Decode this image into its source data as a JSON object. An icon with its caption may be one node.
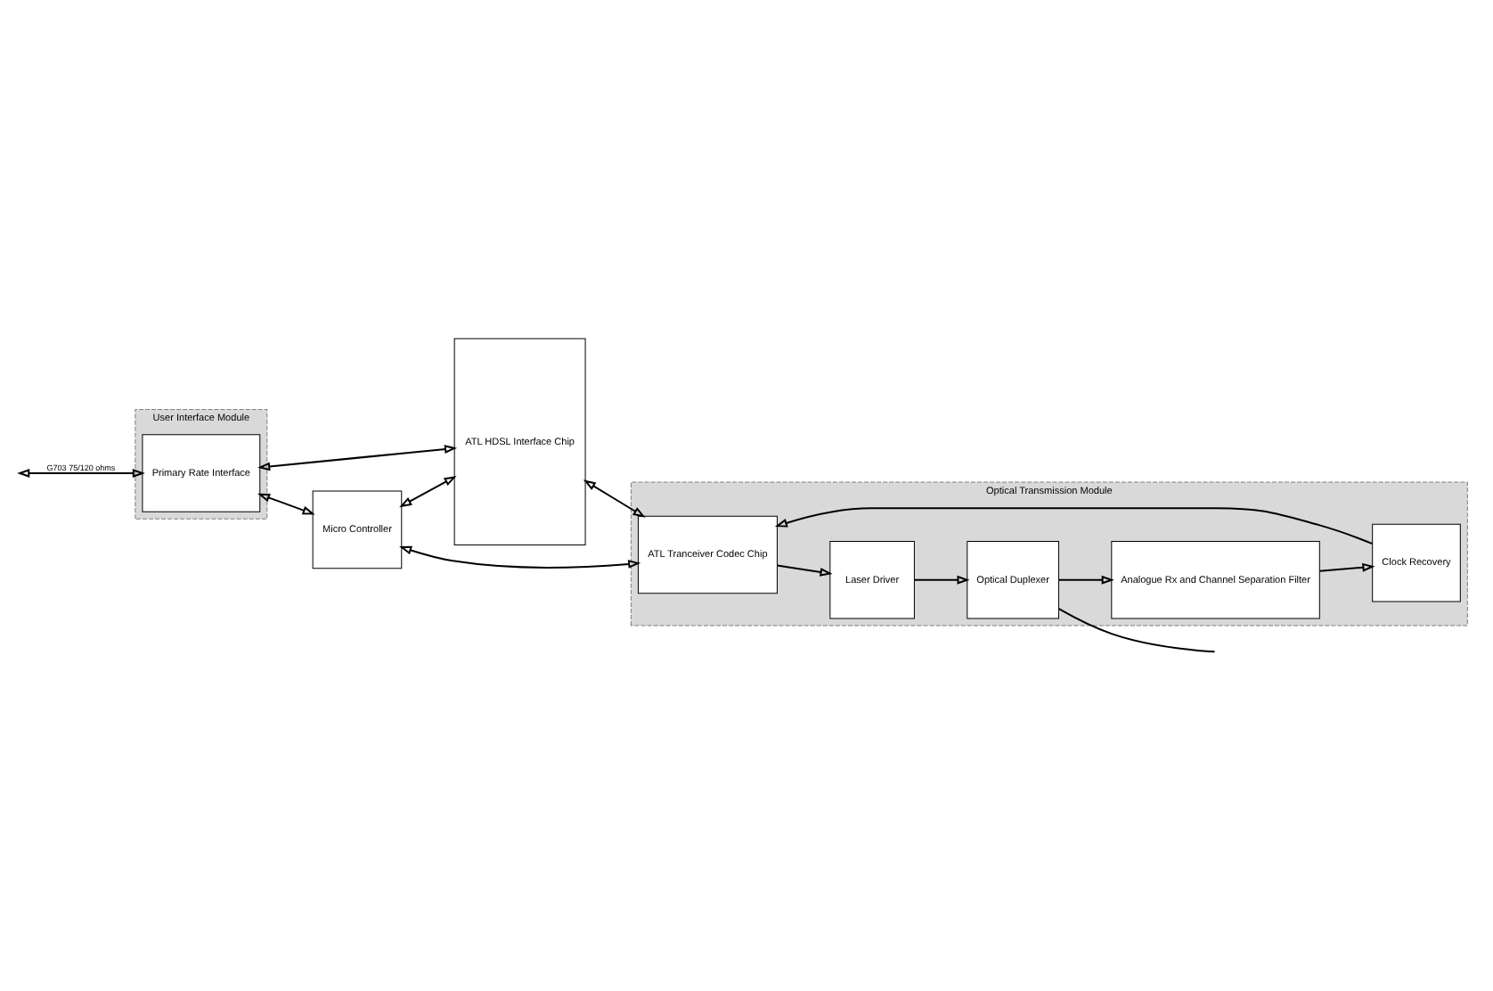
{
  "diagram": {
    "nodes": [
      {
        "text": [
          "User Interface Module"
        ]
      },
      {
        "text": [
          "Primary Rate Interface"
        ],
        "in": 0
      },
      {
        "text": [
          "ATL HDSL Interface Chip"
        ]
      },
      {
        "text": [
          "Optical Transmission Module"
        ]
      },
      {
        "text": [
          "ATL Tranceiver Codec Chip"
        ],
        "in": 3
      },
      {
        "text": [
          "Laser Driver"
        ],
        "in": 3
      },
      {
        "text": [
          "Optical Duplexer"
        ],
        "in": 3
      },
      {
        "text": [
          "Analogue Rx and Channel Separation Filter"
        ],
        "in": 3
      },
      {
        "text": [
          "Clock Recovery"
        ],
        "in": 3
      },
      {
        "text": [
          "Micro Controller"
        ]
      }
    ],
    "edges": [
      {
        "from": null,
        "to": 1,
        "arrow": "both",
        "label": "G703 75/120 ohms"
      },
      {
        "from": 1,
        "to": 2,
        "arrow": "both"
      },
      {
        "from": 1,
        "to": 9,
        "arrow": "both"
      },
      {
        "from": 2,
        "to": 4,
        "arrow": "both"
      },
      {
        "from": 4,
        "to": 5,
        "arrow": "to"
      },
      {
        "from": 5,
        "to": 6,
        "arrow": "to"
      },
      {
        "from": 6,
        "to": 7,
        "arrow": "to"
      },
      {
        "from": 7,
        "to": 8,
        "arrow": "to"
      },
      {
        "from": 8,
        "to": 4,
        "arrow": "to"
      },
      {
        "from": 9,
        "to": 2,
        "arrow": "both"
      },
      {
        "from": 9,
        "to": 4,
        "arrow": "both"
      },
      {
        "from": 6,
        "to": null,
        "arrow": "none"
      }
    ]
  }
}
